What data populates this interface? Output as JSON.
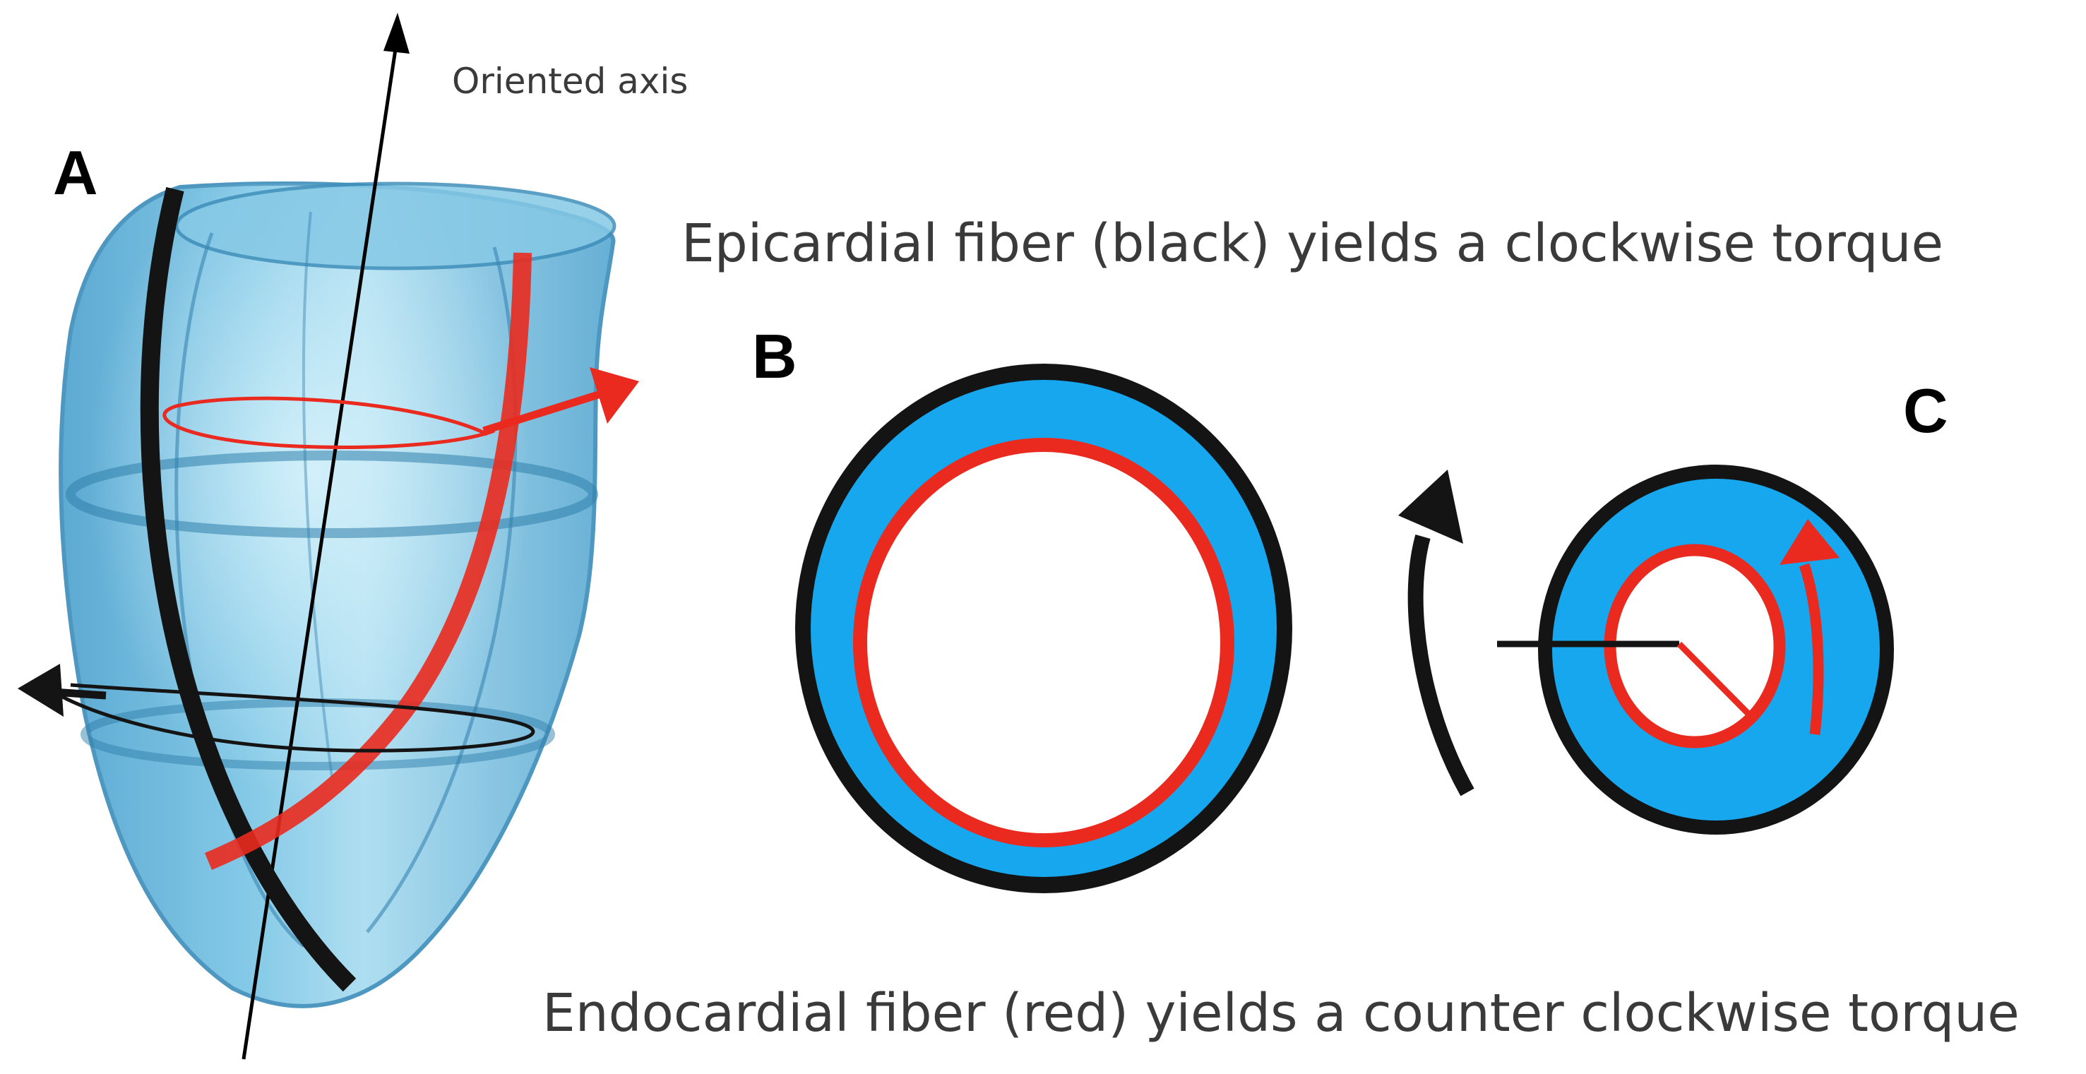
{
  "panels": {
    "a_label": "A",
    "b_label": "B",
    "c_label": "C"
  },
  "axis": {
    "label": "Oriented axis"
  },
  "captions": {
    "epicardial": "Epicardial fiber (black) yields a clockwise torque",
    "endocardial": "Endocardial fiber (red) yields a counter clockwise torque"
  },
  "colors": {
    "ventricle_fill": "#5fb4dc",
    "ventricle_edge": "#3f8fbb",
    "wall_blue": "#16a7ef",
    "epicardial_black": "#141414",
    "endocardial_red": "#ea2a1e",
    "background": "#ffffff"
  }
}
